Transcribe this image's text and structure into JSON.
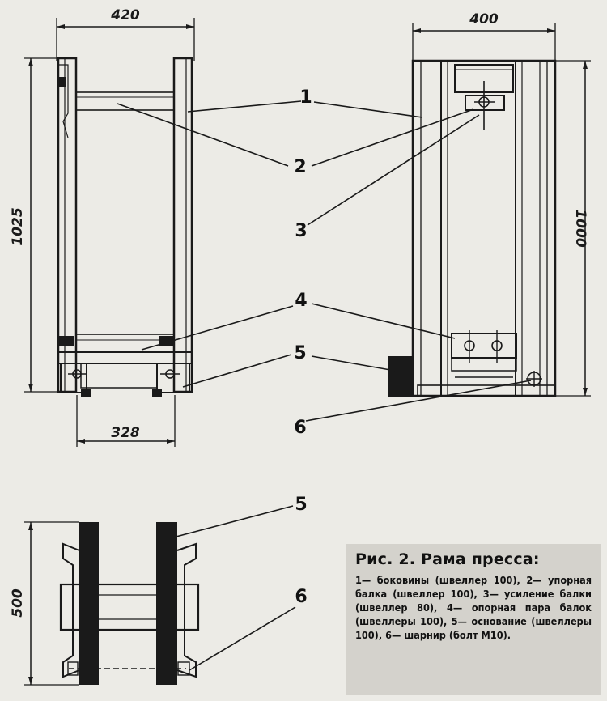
{
  "figure": {
    "dimensions": {
      "front_width": "420",
      "front_height": "1025",
      "front_base_width": "328",
      "side_width": "400",
      "side_height": "1000",
      "plan_height": "500"
    },
    "callouts": {
      "c1": "1",
      "c2": "2",
      "c3": "3",
      "c4": "4",
      "c5_top": "5",
      "c6_top": "6",
      "c5_bottom": "5",
      "c6_bottom": "6"
    }
  },
  "caption": {
    "title": "Рис. 2. Рама пресса:",
    "text": "1— боковины (швеллер 100), 2— упорная балка (швеллер 100), 3— усиление балки (швеллер 80), 4— опорная пара балок (швеллеры 100), 5— основание (швеллеры 100), 6— шарнир (болт М10)."
  },
  "colors": {
    "ink": "#1a1a1a",
    "paper": "#ecebe6",
    "caption_bg": "#d4d2cc"
  }
}
